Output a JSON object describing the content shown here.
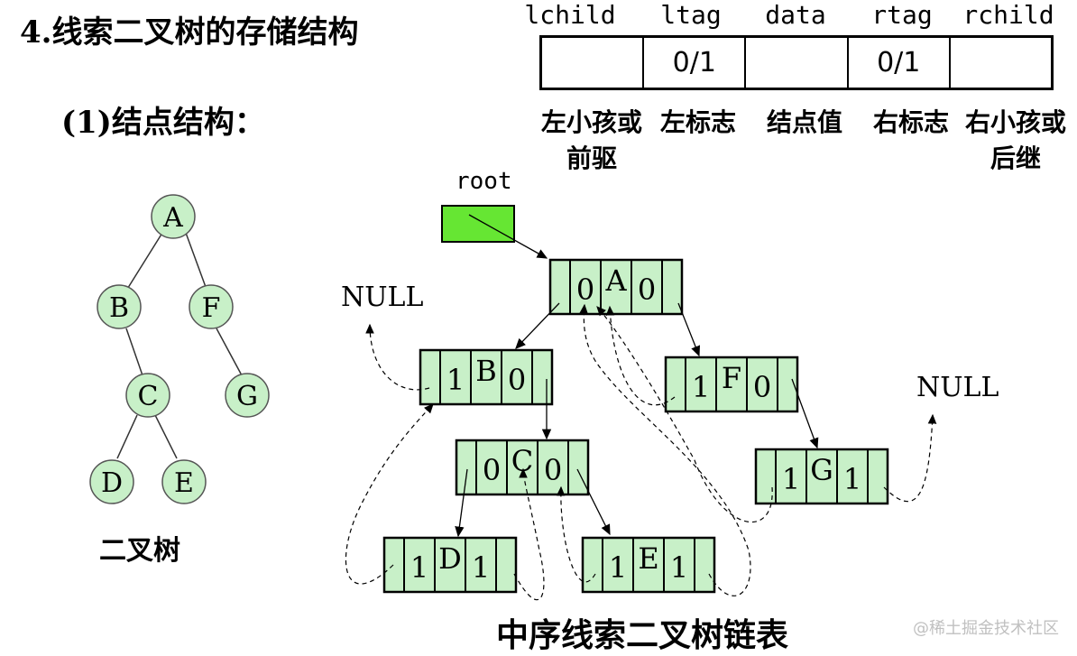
{
  "title": "4.线索二叉树的存储结构",
  "subtitle": "(1)结点结构：",
  "fields": [
    {
      "label": "lchild",
      "value": "",
      "desc": "左小孩或前驱"
    },
    {
      "label": "ltag",
      "value": "0/1",
      "desc": "左标志"
    },
    {
      "label": "data",
      "value": "",
      "desc": "结点值"
    },
    {
      "label": "rtag",
      "value": "0/1",
      "desc": "右标志"
    },
    {
      "label": "rchild",
      "value": "",
      "desc": "右小孩或后继"
    }
  ],
  "binary_tree": {
    "caption": "二叉树",
    "nodes": [
      "A",
      "B",
      "F",
      "C",
      "G",
      "D",
      "E"
    ]
  },
  "threaded_list": {
    "caption": "中序线索二叉树链表",
    "root_label": "root",
    "null_label": "NULL",
    "nodes": [
      {
        "data": "A",
        "ltag": "0",
        "rtag": "0"
      },
      {
        "data": "B",
        "ltag": "1",
        "rtag": "0"
      },
      {
        "data": "F",
        "ltag": "1",
        "rtag": "0"
      },
      {
        "data": "C",
        "ltag": "0",
        "rtag": "0"
      },
      {
        "data": "G",
        "ltag": "1",
        "rtag": "1"
      },
      {
        "data": "D",
        "ltag": "1",
        "rtag": "1"
      },
      {
        "data": "E",
        "ltag": "1",
        "rtag": "1"
      }
    ]
  },
  "watermark": "@稀土掘金技术社区",
  "colors": {
    "node_fill": "#c8f0c8",
    "root_fill": "#66e633"
  }
}
